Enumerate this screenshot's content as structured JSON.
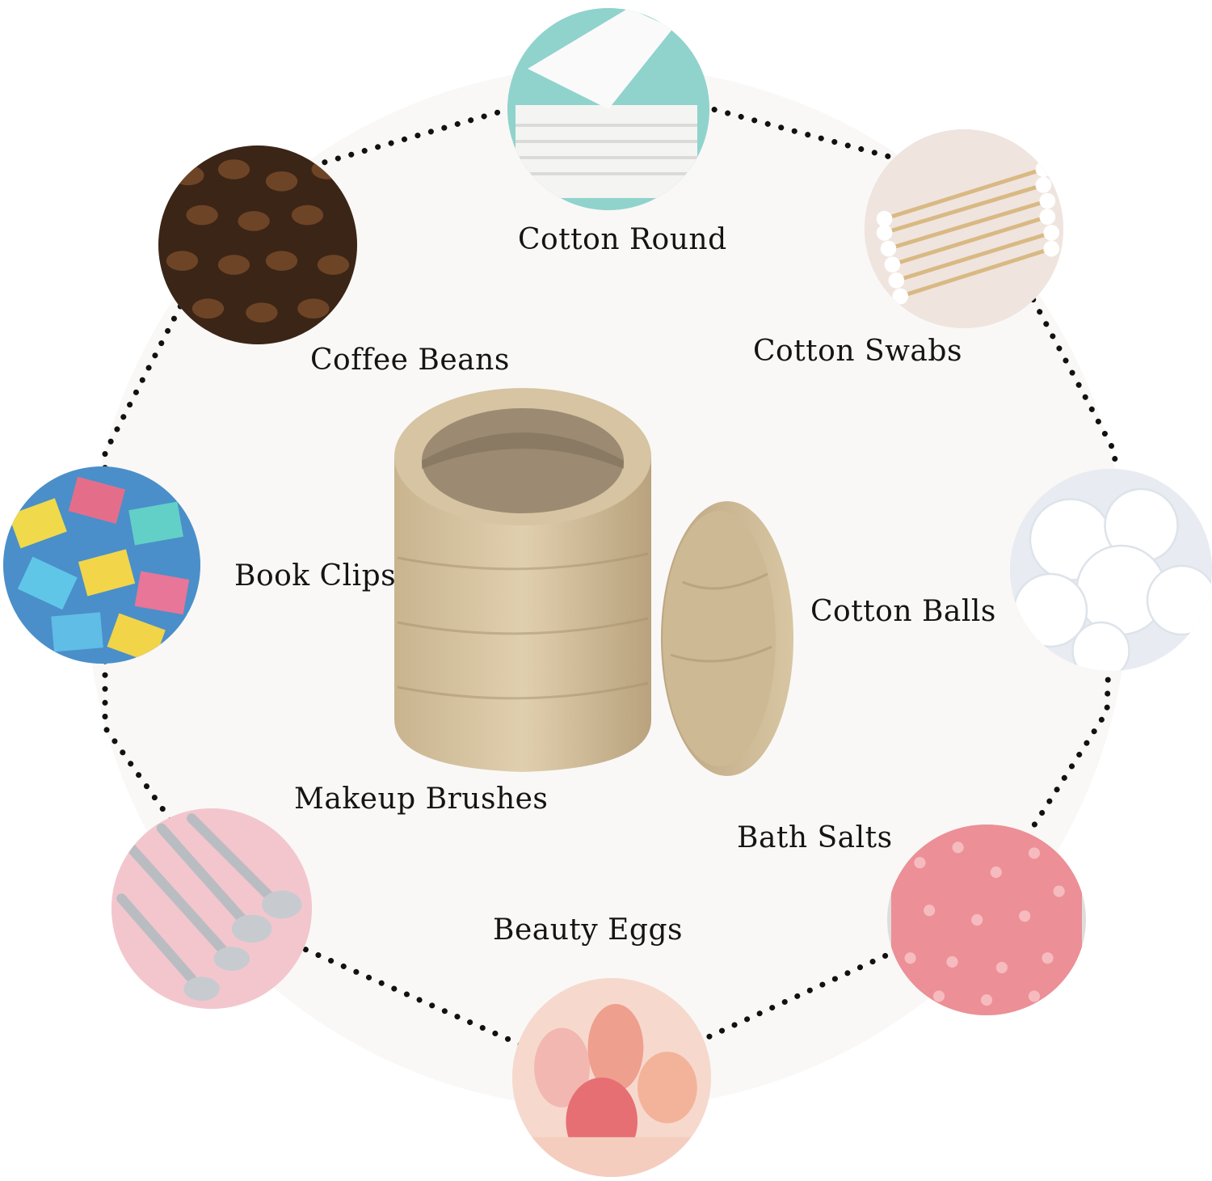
{
  "items": [
    {
      "label": "Cotton Round",
      "image": "cotton-round-photo"
    },
    {
      "label": "Cotton Swabs",
      "image": "cotton-swabs-photo"
    },
    {
      "label": "Cotton Balls",
      "image": "cotton-balls-photo"
    },
    {
      "label": "Bath Salts",
      "image": "bath-salts-photo"
    },
    {
      "label": "Beauty Eggs",
      "image": "beauty-eggs-photo"
    },
    {
      "label": "Makeup Brushes",
      "image": "makeup-brushes-photo"
    },
    {
      "label": "Book Clips",
      "image": "book-clips-photo"
    },
    {
      "label": "Coffee Beans",
      "image": "coffee-beans-photo"
    }
  ],
  "center_product": "travertine-jar-with-lid-photo",
  "colors": {
    "background": "#ffffff",
    "ring_fill": "#f9f8f6",
    "dots": "#111111",
    "stone": "#cbb896"
  }
}
